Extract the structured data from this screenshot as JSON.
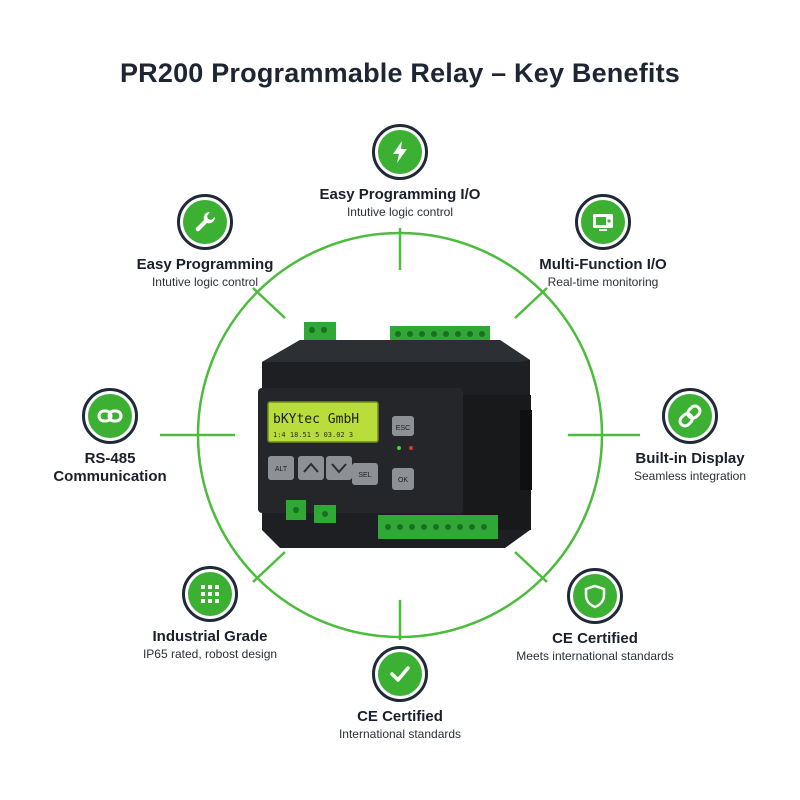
{
  "title": "PR200 Programmable Relay – Key Benefits",
  "colors": {
    "accent": "#3cb032",
    "icon_ring": "#1f2a36",
    "text": "#1a1f2b"
  },
  "device": {
    "lcd_line1": "bKYtec GmbH",
    "lcd_line2": "1:4 18.51 5 03.02 3",
    "btn_esc": "ESC",
    "btn_alt": "ALT",
    "btn_sel": "SEL",
    "btn_ok": "OK"
  },
  "features": {
    "top": {
      "name": "Easy Programming I/O",
      "desc": "Intutive logic control",
      "icon": "lightning-icon"
    },
    "top_left": {
      "name": "Easy Programming",
      "desc": "Intutive logic control",
      "icon": "wrench-icon"
    },
    "top_right": {
      "name": "Multi-Function I/O",
      "desc": "Real-time monitoring",
      "icon": "monitor-icon"
    },
    "left": {
      "name_line1": "RS-485",
      "name_line2": "Communication",
      "icon": "link-icon"
    },
    "right": {
      "name": "Built-in Display",
      "desc": "Seamless integration",
      "icon": "chain-link-icon"
    },
    "bottom_left": {
      "name": "Industrial Grade",
      "desc": "IP65 rated, robost design",
      "icon": "grid-icon"
    },
    "bottom_right": {
      "name": "CE Certified",
      "desc": "Meets international standards",
      "icon": "shield-icon"
    },
    "bottom": {
      "name": "CE Certified",
      "desc": "International standards",
      "icon": "checkmark-icon"
    }
  }
}
